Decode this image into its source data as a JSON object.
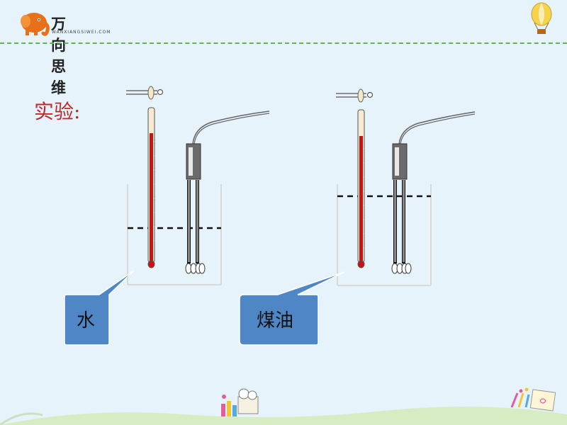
{
  "brand": {
    "name": "万向思维",
    "sub": "WANXIANGSIWEI.COM"
  },
  "slide": {
    "title": "实验:",
    "labels": {
      "left": "水",
      "right": "煤油"
    }
  },
  "colors": {
    "background": "#e7f3fb",
    "accent_line": "#5fb74a",
    "title": "#c0282e",
    "callout_fill": "#4f86c6",
    "mercury": "#cc1111"
  },
  "icons": [
    "elephant-logo-icon",
    "hot-air-balloon-icon",
    "kids-drawing-decoration-icon",
    "pencils-decoration-icon"
  ]
}
